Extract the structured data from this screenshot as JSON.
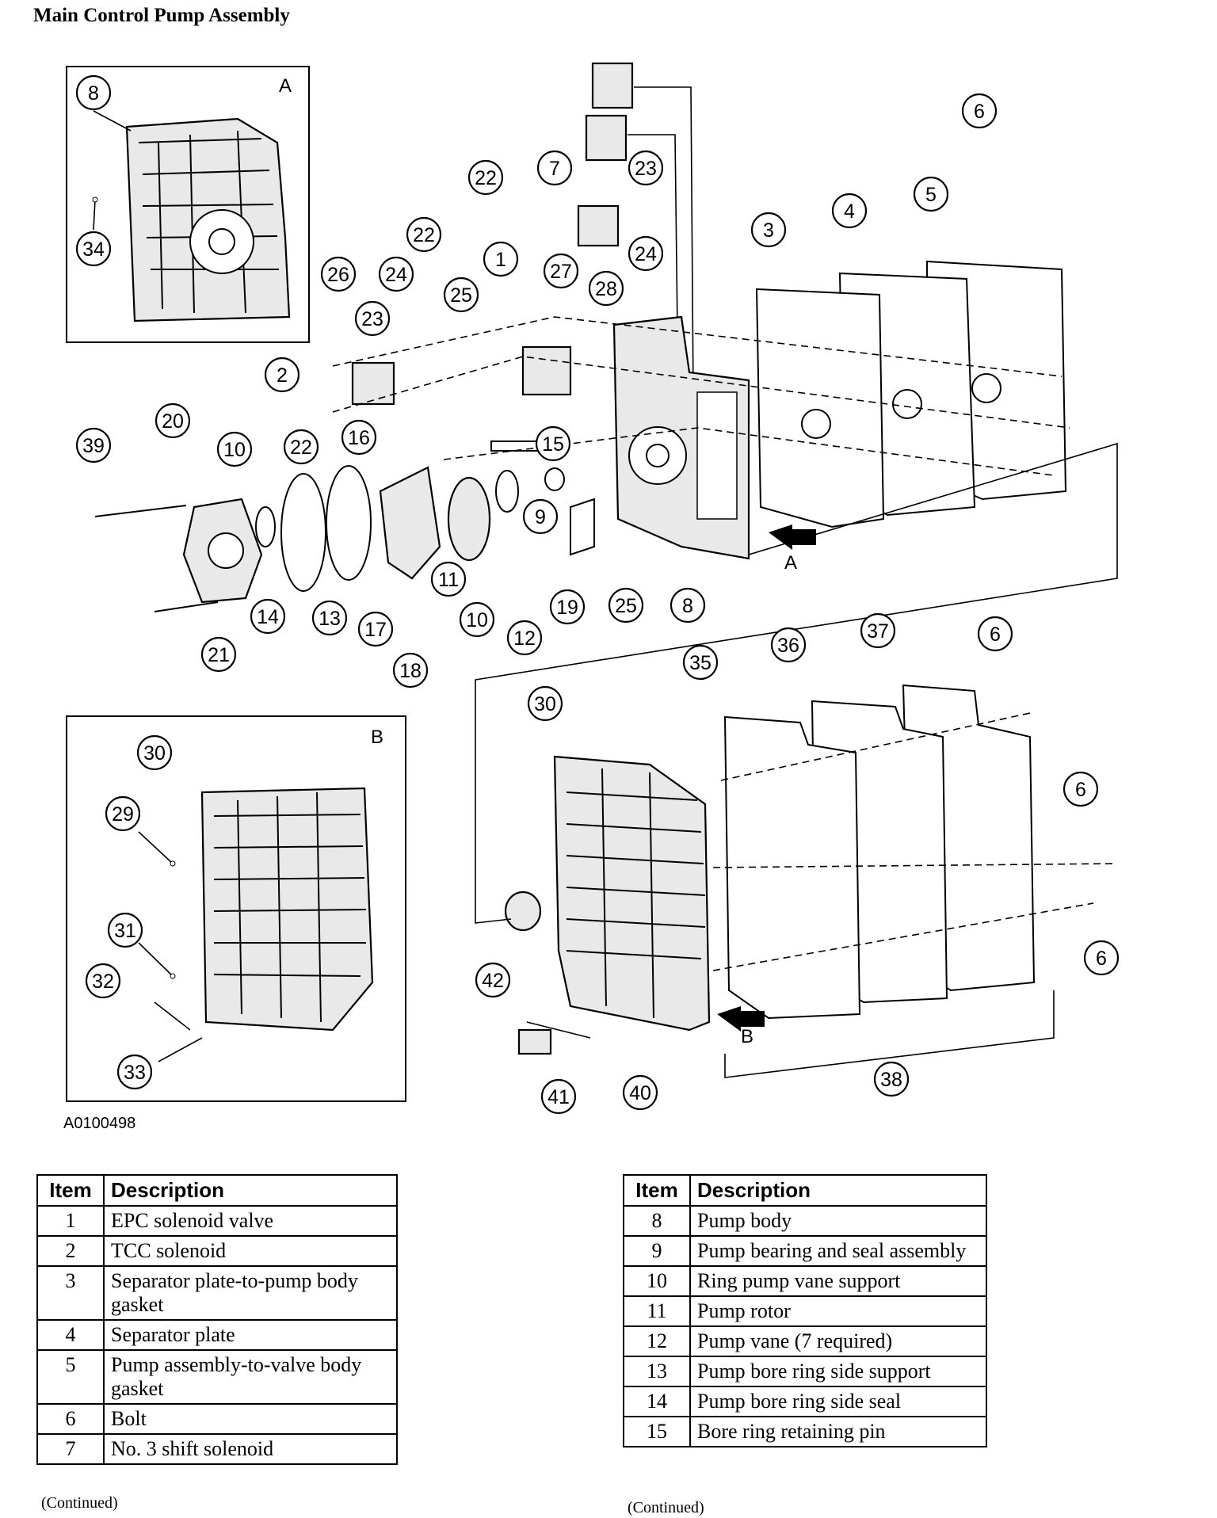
{
  "title": "Main Control Pump Assembly",
  "figure_id": "A0100498",
  "insets": {
    "a": "A",
    "b": "B"
  },
  "view_arrows": {
    "a": "A",
    "b": "B"
  },
  "callouts": [
    "1",
    "2",
    "3",
    "4",
    "5",
    "6",
    "7",
    "8",
    "9",
    "10",
    "11",
    "12",
    "13",
    "14",
    "15",
    "16",
    "17",
    "18",
    "19",
    "20",
    "21",
    "22",
    "23",
    "24",
    "25",
    "26",
    "27",
    "28",
    "29",
    "30",
    "31",
    "32",
    "33",
    "34",
    "35",
    "36",
    "37",
    "38",
    "39",
    "40",
    "41",
    "42"
  ],
  "table_headers": {
    "item": "Item",
    "description": "Description"
  },
  "left_table": [
    {
      "item": "1",
      "description": "EPC solenoid valve"
    },
    {
      "item": "2",
      "description": "TCC solenoid"
    },
    {
      "item": "3",
      "description": "Separator plate-to-pump body gasket"
    },
    {
      "item": "4",
      "description": "Separator plate"
    },
    {
      "item": "5",
      "description": "Pump assembly-to-valve body gasket"
    },
    {
      "item": "6",
      "description": "Bolt"
    },
    {
      "item": "7",
      "description": "No. 3 shift solenoid"
    }
  ],
  "right_table": [
    {
      "item": "8",
      "description": "Pump body"
    },
    {
      "item": "9",
      "description": "Pump bearing and seal assembly"
    },
    {
      "item": "10",
      "description": "Ring pump vane support"
    },
    {
      "item": "11",
      "description": "Pump rotor"
    },
    {
      "item": "12",
      "description": "Pump vane (7 required)"
    },
    {
      "item": "13",
      "description": "Pump bore ring side support"
    },
    {
      "item": "14",
      "description": "Pump bore ring side seal"
    },
    {
      "item": "15",
      "description": "Bore ring retaining pin"
    }
  ],
  "continued_note": "(Continued)"
}
